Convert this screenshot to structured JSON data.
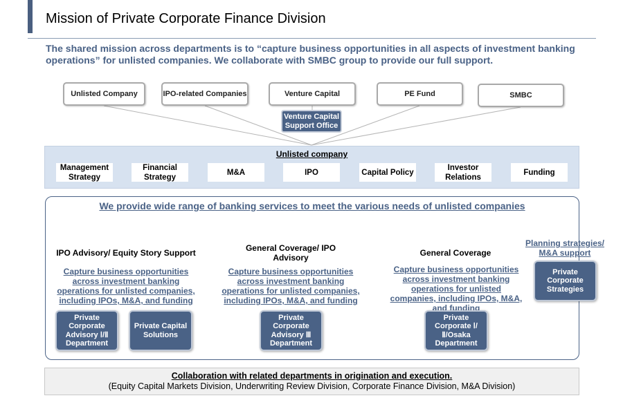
{
  "title": "Mission of Private Corporate Finance Division",
  "mission": "The shared mission across departments is to “capture business opportunities in all aspects of investment banking operations” for unlisted companies. We collaborate with SMBC group to provide our full support.",
  "stakeholders": [
    "Unlisted Company",
    "IPO-related Companies",
    "Venture Capital",
    "PE Fund",
    "SMBC"
  ],
  "vc_support_office": "Venture Capital Support Office",
  "unlisted": {
    "title": "Unlisted company",
    "topics": [
      "Management Strategy",
      "Financial Strategy",
      "M&A",
      "IPO",
      "Capital Policy",
      "Investor Relations",
      "Funding"
    ]
  },
  "services": {
    "title": "We provide wide range of banking services to meet the various needs of unlisted companies",
    "groups": [
      {
        "heading": "IPO Advisory/ Equity Story Support",
        "capture": "Capture business opportunities across investment banking operations for unlisted companies, including IPOs, M&A, and funding",
        "departments": [
          "Private Corporate Advisory Ⅰ/Ⅱ Department",
          "Private Capital Solutions"
        ]
      },
      {
        "heading": "General Coverage/ IPO Advisory",
        "capture": "Capture business opportunities across investment banking operations for unlisted companies, including IPOs, M&A, and funding",
        "departments": [
          "Private Corporate Advisory Ⅲ Department"
        ]
      },
      {
        "heading": "General Coverage",
        "capture": "Capture business opportunities across investment banking operations for unlisted companies, including IPOs, M&A, and funding",
        "departments": [
          "Private Corporate Ⅰ/Ⅱ/Osaka Department"
        ]
      },
      {
        "heading": "Planning strategies/ M&A support",
        "capture": "",
        "departments": [
          "Private Corporate Strategies"
        ]
      }
    ]
  },
  "collaboration": {
    "title": "Collaboration with related departments in origination and execution.",
    "subtitle": "(Equity Capital Markets Division, Underwriting Review Division, Corporate Finance Division, M&A Division)"
  },
  "colors": {
    "accent": "#4a6286",
    "band": "#d7e2f0",
    "box_border": "#a9a9a9",
    "pyramid_light": "#e8e8e8",
    "pyramid_dark": "#a8a8a8"
  }
}
